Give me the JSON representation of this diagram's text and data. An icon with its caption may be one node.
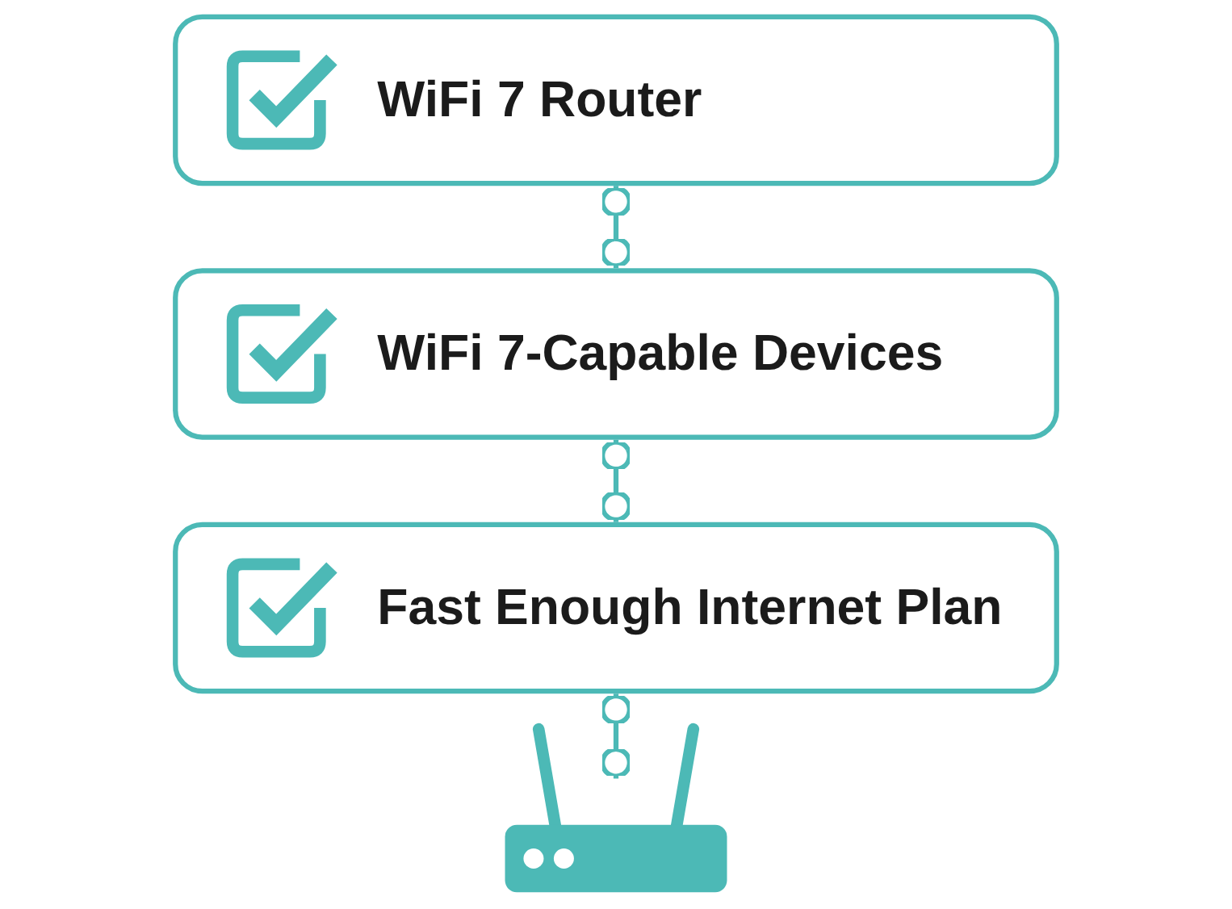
{
  "diagram": {
    "nodes": [
      {
        "text": [
          "WiFi 7 Router"
        ]
      },
      {
        "text": [
          "WiFi 7-Capable Devices"
        ]
      },
      {
        "text": [
          "Fast Enough Internet Plan"
        ]
      },
      {
        "text": [],
        "shape": "picture"
      }
    ],
    "edges": [
      {
        "from": 0,
        "to": 1,
        "arrow": "other"
      },
      {
        "from": 1,
        "to": 2,
        "arrow": "other"
      },
      {
        "from": 2,
        "to": 3,
        "arrow": "other"
      }
    ]
  }
}
